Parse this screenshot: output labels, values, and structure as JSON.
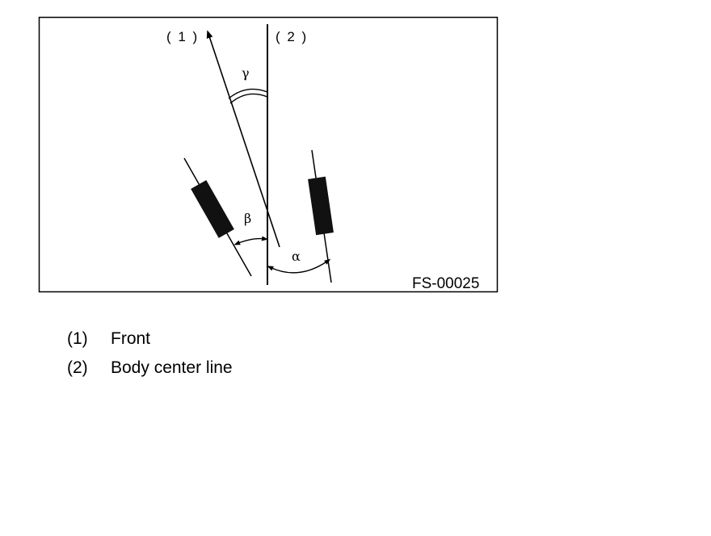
{
  "diagram": {
    "callouts": [
      {
        "id": "1",
        "text": "( 1 )"
      },
      {
        "id": "2",
        "text": "( 2 )"
      }
    ],
    "angles": {
      "gamma": "γ",
      "beta": "β",
      "alpha": "α"
    },
    "figure_code": "FS-00025"
  },
  "legend": [
    {
      "num": "(1)",
      "text": "Front"
    },
    {
      "num": "(2)",
      "text": "Body center line"
    }
  ]
}
